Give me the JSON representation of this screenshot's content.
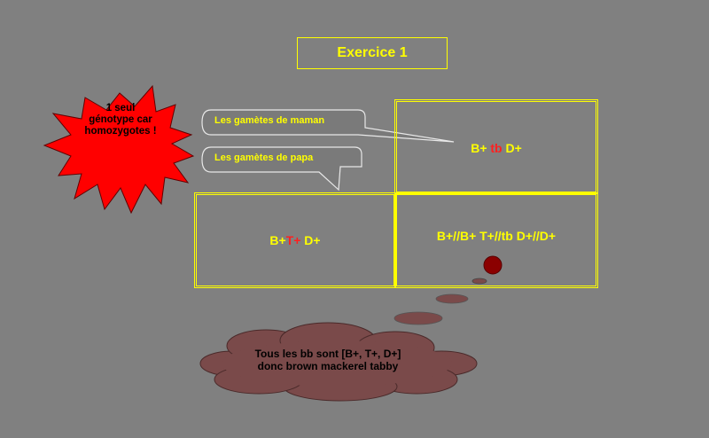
{
  "title": "Exercice 1",
  "star": {
    "line1": "1 seul",
    "line2": "génotype car",
    "line3": "homozygotes !"
  },
  "callouts": {
    "maman": "Les gamètes de maman",
    "papa": "Les gamètes de papa"
  },
  "grid": {
    "maman_gamete": {
      "a": "B+ ",
      "b": "tb",
      "c": " D+"
    },
    "papa_gamete": {
      "a": "B+",
      "b": "T+",
      "c": " D+"
    },
    "offspring": "B+//B+ T+//tb  D+//D+"
  },
  "cloud": {
    "line1": "Tous les bb sont [B+, T+, D+]",
    "line2": "donc brown mackerel tabby"
  },
  "colors": {
    "background": "#808080",
    "accent": "#ffff00",
    "highlight": "#ff2020",
    "cloud": "#7a4a4a"
  }
}
